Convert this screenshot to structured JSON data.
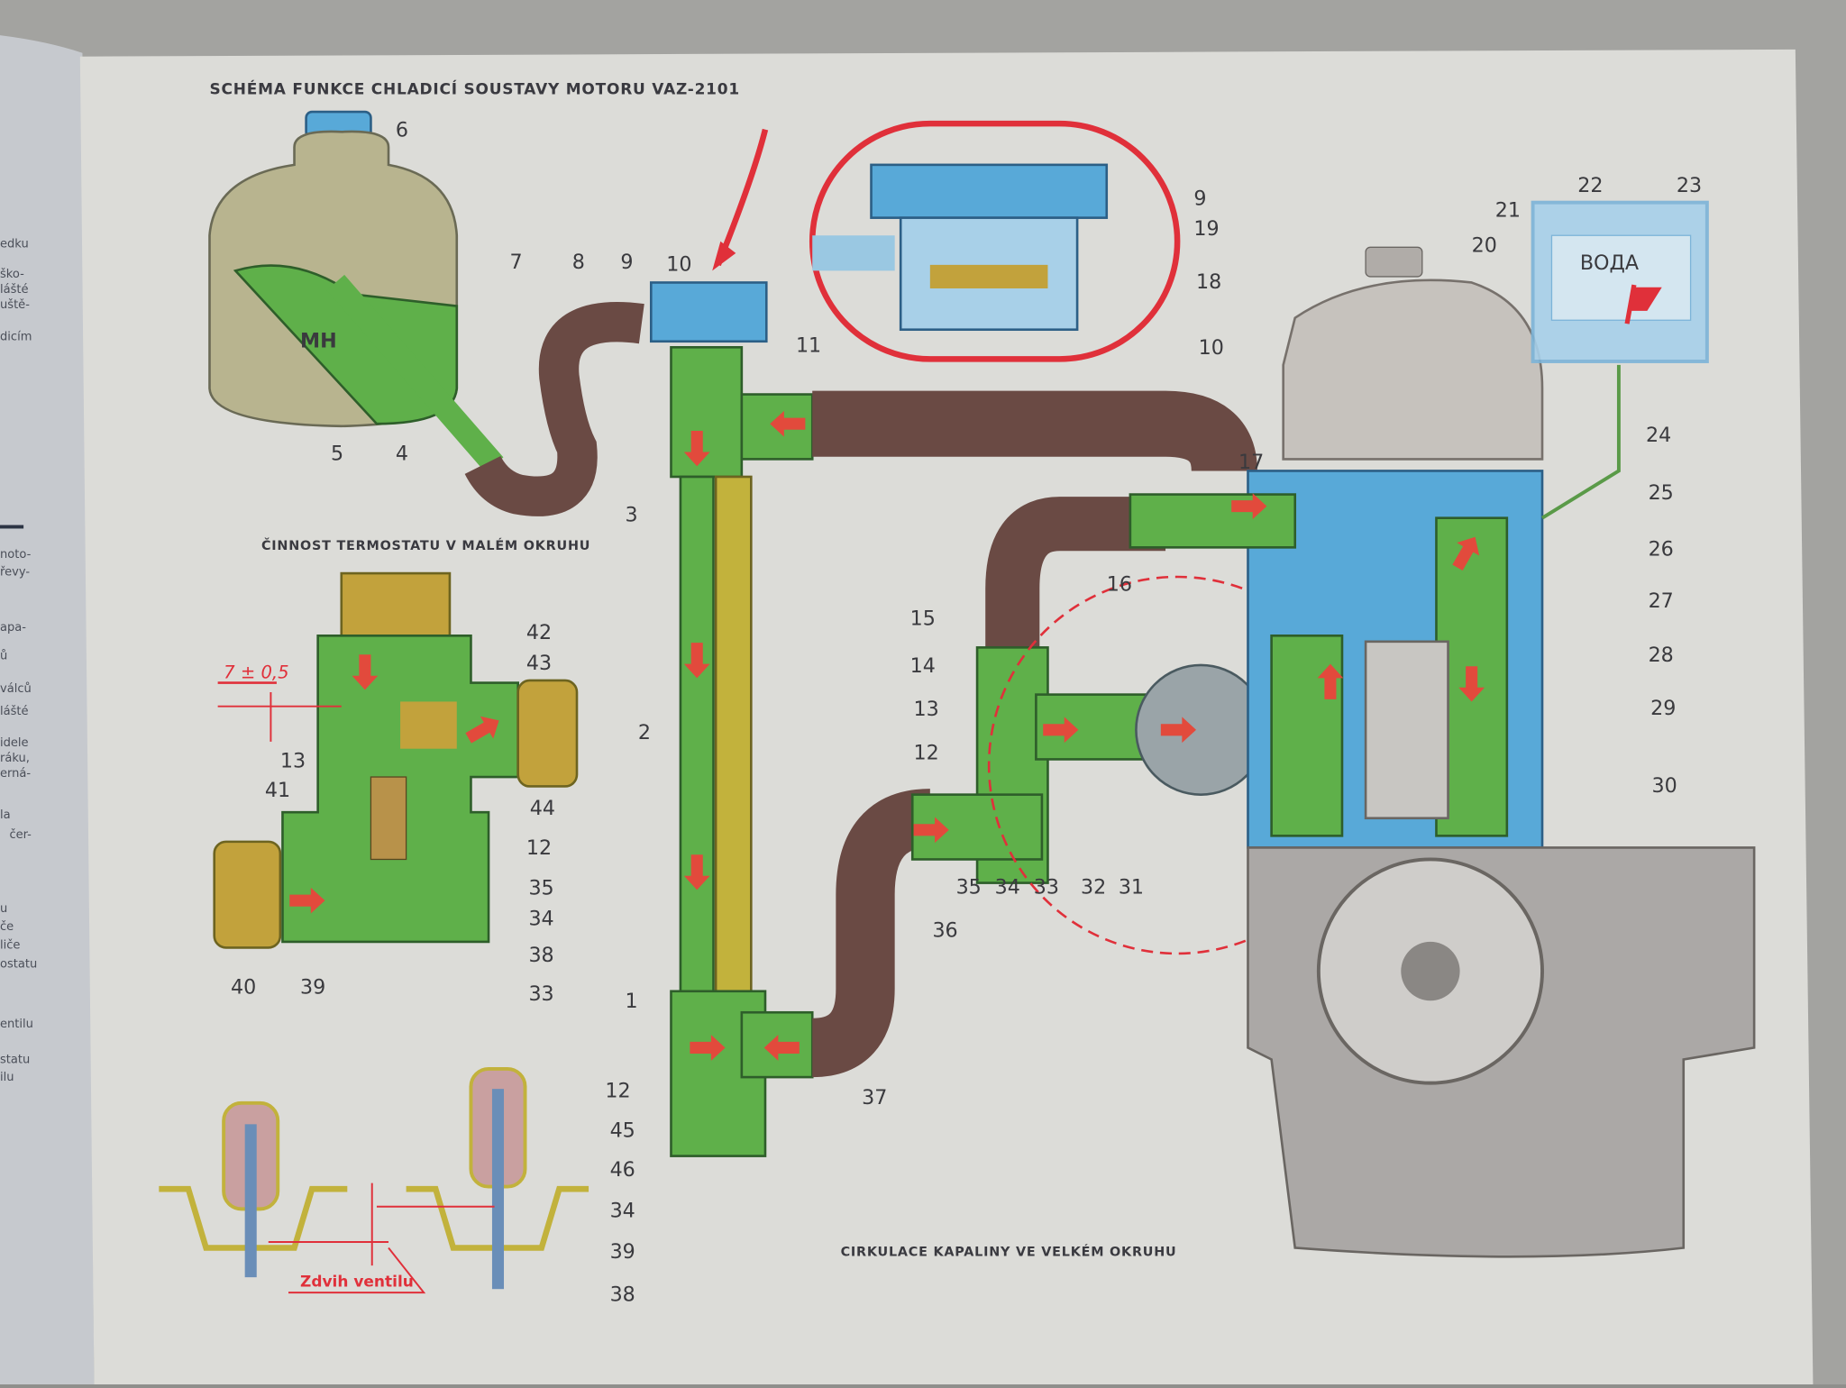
{
  "title": "SCHÉMA FUNKCE CHLADICÍ SOUSTAVY MOTORU  VAZ-2101",
  "captions": {
    "small_circuit": "ČINNOST TERMOSTATU V MALÉM OKRUHU",
    "large_circuit": "CIRKULACE KAPALINY VE VELKÉM OKRUHU",
    "valve_lift": "Zdvih ventilu",
    "tolerance": "7 ± 0,5",
    "gauge_text": "ВОДА",
    "tank_text": "МН"
  },
  "colors": {
    "coolant": "#5fb04a",
    "flow": "#e24a3c",
    "metal_blue": "#58a9d8",
    "hose": "#6a4a44",
    "page": "#dcdcd8"
  },
  "labels": [
    "6",
    "7",
    "8",
    "9",
    "10",
    "11",
    "5",
    "4",
    "3",
    "2",
    "1",
    "37",
    "36",
    "9",
    "19",
    "18",
    "10",
    "22",
    "23",
    "21",
    "20",
    "24",
    "25",
    "26",
    "27",
    "28",
    "29",
    "30",
    "17",
    "16",
    "15",
    "14",
    "13",
    "12",
    "35",
    "34",
    "33",
    "32",
    "31",
    "42",
    "43",
    "13",
    "41",
    "44",
    "12",
    "35",
    "34",
    "38",
    "33",
    "40",
    "39",
    "12",
    "45",
    "46",
    "34",
    "39",
    "38"
  ],
  "left_page_fragments": [
    "edku",
    "ško-",
    "lášté",
    "uště-",
    "dicím",
    "noto-",
    "řevy-",
    "apa-",
    "ů",
    "válců",
    "lášté",
    "idele",
    "ráku,",
    "erná-",
    "la",
    "čer-",
    "u",
    "če",
    "liče",
    "ostatu",
    "entilu",
    "statu",
    "ilu"
  ]
}
